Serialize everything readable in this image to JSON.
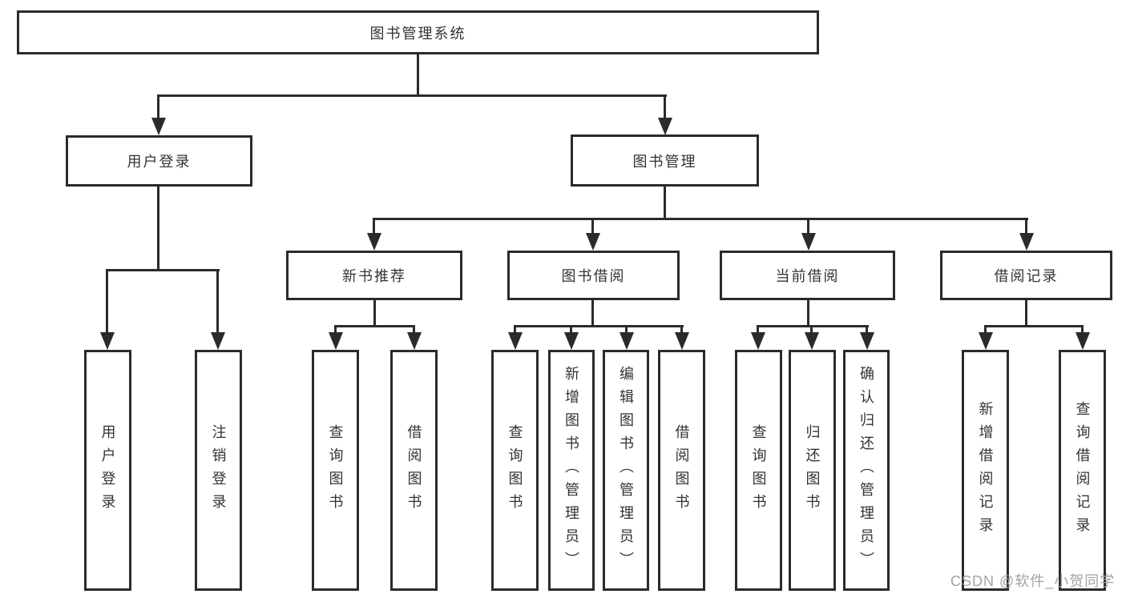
{
  "nodes": {
    "root": "图书管理系统",
    "user_login": "用户登录",
    "book_mgmt": "图书管理",
    "new_book_rec": "新书推荐",
    "book_borrow": "图书借阅",
    "current_borrow": "当前借阅",
    "borrow_records": "借阅记录",
    "leaf_user_login": "用户登录",
    "leaf_logout": "注销登录",
    "leaf_nbr_search": "查询图书",
    "leaf_nbr_borrow": "借阅图书",
    "leaf_bb_search": "查询图书",
    "leaf_bb_add": "新增图书（管理员）",
    "leaf_bb_edit": "编辑图书（管理员）",
    "leaf_bb_borrow": "借阅图书",
    "leaf_cb_search": "查询图书",
    "leaf_cb_return": "归还图书",
    "leaf_cb_confirm": "确认归还（管理员）",
    "leaf_br_add": "新增借阅记录",
    "leaf_br_search": "查询借阅记录"
  },
  "watermark": "CSDN @软件_小贺同学",
  "colors": {
    "line": "#2b2b2b",
    "node_text": "#333333",
    "background": "#ffffff",
    "watermark": "#a3a3a3"
  }
}
